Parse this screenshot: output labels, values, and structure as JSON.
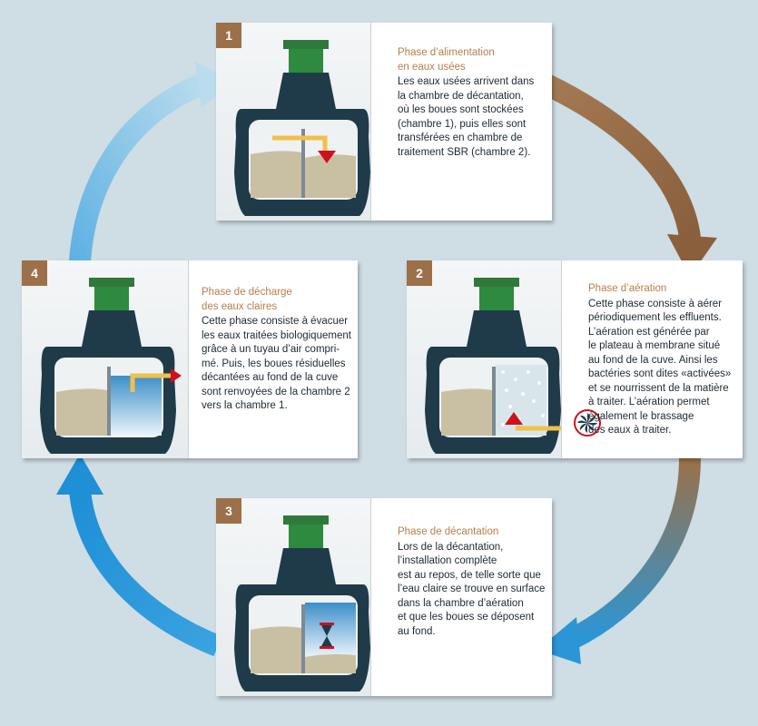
{
  "colors": {
    "background": "#cfdde4",
    "tank": "#1f3b4a",
    "lid": "#2f7a3a",
    "sludge": "#c9c0a3",
    "water": "#a9d6ef",
    "accent_title": "#b87e4a",
    "badge": "#9c7048",
    "pipe": "#f2c04a",
    "marker_red": "#d0101c",
    "arrow_brown": "#9c7048",
    "arrow_blue": "#2a96d6"
  },
  "phases": [
    {
      "number": "1",
      "title": "Phase d’alimentation\nen eaux usées",
      "body": "Les eaux usées arrivent dans\nla chambre de décantation,\noù les boues sont stockées\n(chambre 1), puis elles sont\ntransférées en chambre de\ntraitement SBR (chambre 2).",
      "icon": "feed-pipe-icon"
    },
    {
      "number": "2",
      "title": "Phase d’aération",
      "body": "Cette phase consiste à aérer\npériodiquement les effluents.\nL’aération est générée par\nle plateau à membrane situé\nau fond de la cuve. Ainsi les\nbactéries sont dites «activées»\net se nourrissent de la matière\nà traiter. L’aération permet\négalement le brassage\ndes eaux à traiter.",
      "icon": "fan-icon"
    },
    {
      "number": "3",
      "title": "Phase de décantation",
      "body": "Lors de la décantation,\nl’installation complète\nest au repos, de telle sorte que\nl’eau claire se trouve en surface\ndans la chambre d’aération\net que les boues se déposent\nau fond.",
      "icon": "hourglass-icon"
    },
    {
      "number": "4",
      "title": "Phase de décharge\ndes eaux claires",
      "body": "Cette phase consiste à évacuer\nles eaux traitées biologiquement\ngrâce à un tuyau d’air compri-\nmé. Puis, les boues résiduelles\ndécantées au fond de la cuve\nsont renvoyées de la chambre 2\nvers la chambre 1.",
      "icon": "outlet-pipe-icon"
    }
  ]
}
